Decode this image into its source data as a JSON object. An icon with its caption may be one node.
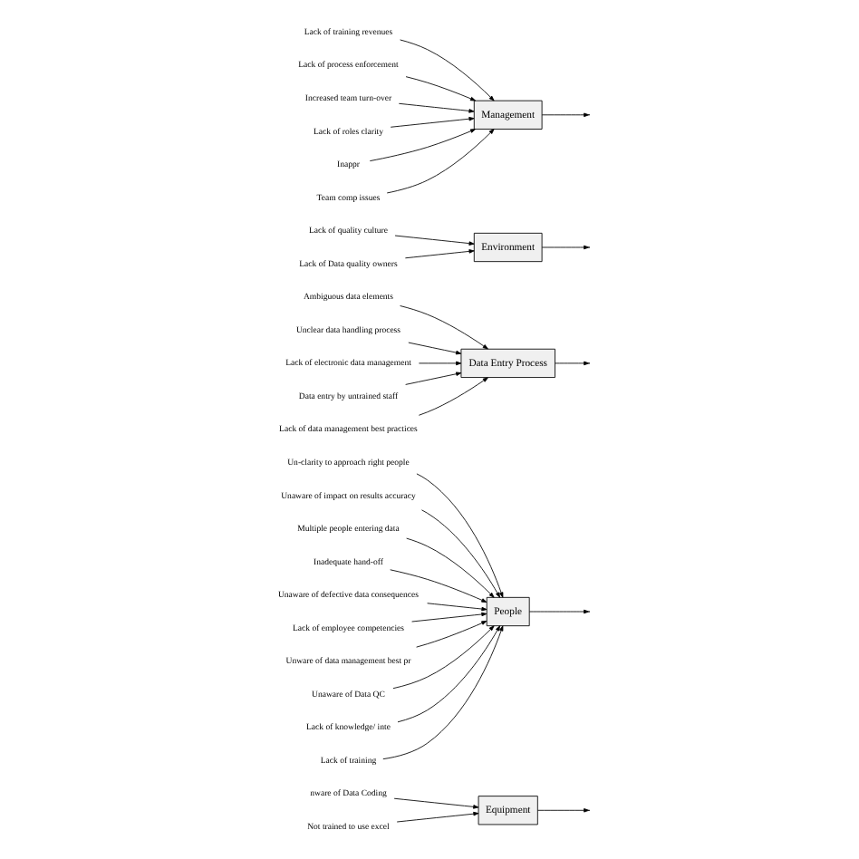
{
  "diagram": {
    "nodes": [
      {
        "text": [
          "Equipment"
        ]
      },
      {
        "text": [
          "People"
        ]
      },
      {
        "text": [
          "Data Entry Process"
        ]
      },
      {
        "text": [
          "Environment"
        ]
      },
      {
        "text": [
          "Management"
        ]
      },
      {
        "text": [
          "nware of Data Coding"
        ]
      },
      {
        "text": [
          "Not trained to use excel"
        ]
      },
      {
        "text": [
          "Un-clarity to approach right people"
        ]
      },
      {
        "text": [
          "Unaware of impact on results accuracy"
        ]
      },
      {
        "text": [
          "Multiple people entering data"
        ]
      },
      {
        "text": [
          "Inadequate hand-off"
        ]
      },
      {
        "text": [
          "Unaware of defective data consequences"
        ]
      },
      {
        "text": [
          "Lack of employee competencies"
        ]
      },
      {
        "text": [
          "Unware of data management best pr"
        ]
      },
      {
        "text": [
          "Unaware of Data QC"
        ]
      },
      {
        "text": [
          "Lack of knowledge/ inte"
        ]
      },
      {
        "text": [
          "Lack of training"
        ]
      },
      {
        "text": [
          "Ambiguous data elements"
        ]
      },
      {
        "text": [
          "Unclear data handling process"
        ]
      },
      {
        "text": [
          "Lack of electronic data management"
        ]
      },
      {
        "text": [
          "Data entry by untrained staff"
        ]
      },
      {
        "text": [
          "Lack of data management best practices"
        ]
      },
      {
        "text": [
          "Lack of quality culture"
        ]
      },
      {
        "text": [
          "Lack of Data quality owners"
        ]
      },
      {
        "text": [
          "Lack of training revenues"
        ]
      },
      {
        "text": [
          "Lack of process enforcement"
        ]
      },
      {
        "text": [
          "Increased team turn-over"
        ]
      },
      {
        "text": [
          "Lack of roles clarity"
        ]
      },
      {
        "text": [
          "Inappr"
        ]
      },
      {
        "text": [
          "Team comp issues"
        ]
      }
    ],
    "edges": [
      {
        "from": 5,
        "to": 0,
        "arrow": "to"
      },
      {
        "from": 6,
        "to": 0,
        "arrow": "to"
      },
      {
        "from": 7,
        "to": 1,
        "arrow": "to"
      },
      {
        "from": 8,
        "to": 1,
        "arrow": "to"
      },
      {
        "from": 9,
        "to": 1,
        "arrow": "to"
      },
      {
        "from": 10,
        "to": 1,
        "arrow": "to"
      },
      {
        "from": 11,
        "to": 1,
        "arrow": "to"
      },
      {
        "from": 12,
        "to": 1,
        "arrow": "to"
      },
      {
        "from": 13,
        "to": 1,
        "arrow": "to"
      },
      {
        "from": 14,
        "to": 1,
        "arrow": "to"
      },
      {
        "from": 15,
        "to": 1,
        "arrow": "to"
      },
      {
        "from": 16,
        "to": 1,
        "arrow": "to"
      },
      {
        "from": 17,
        "to": 2,
        "arrow": "to"
      },
      {
        "from": 18,
        "to": 2,
        "arrow": "to"
      },
      {
        "from": 19,
        "to": 2,
        "arrow": "to"
      },
      {
        "from": 20,
        "to": 2,
        "arrow": "to"
      },
      {
        "from": 21,
        "to": 2,
        "arrow": "to"
      },
      {
        "from": 22,
        "to": 3,
        "arrow": "to"
      },
      {
        "from": 23,
        "to": 3,
        "arrow": "to"
      },
      {
        "from": 24,
        "to": 4,
        "arrow": "to"
      },
      {
        "from": 25,
        "to": 4,
        "arrow": "to"
      },
      {
        "from": 26,
        "to": 4,
        "arrow": "to"
      },
      {
        "from": 27,
        "to": 4,
        "arrow": "to"
      },
      {
        "from": 28,
        "to": 4,
        "arrow": "to"
      },
      {
        "from": 29,
        "to": 4,
        "arrow": "to"
      },
      {
        "from": 0,
        "to": null,
        "arrow": "to"
      },
      {
        "from": 1,
        "to": null,
        "arrow": "to"
      },
      {
        "from": 2,
        "to": null,
        "arrow": "to"
      },
      {
        "from": 3,
        "to": null,
        "arrow": "to"
      },
      {
        "from": 4,
        "to": null,
        "arrow": "to"
      }
    ]
  }
}
